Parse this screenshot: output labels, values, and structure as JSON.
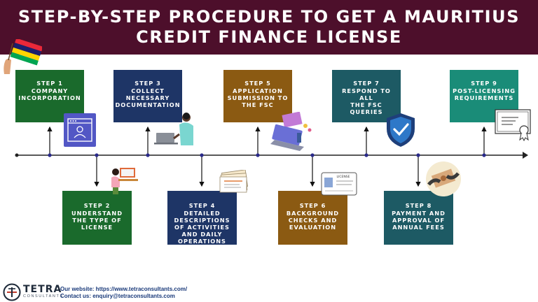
{
  "header": {
    "title_line1": "STEP-BY-STEP PROCEDURE TO GET A MAURITIUS",
    "title_line2": "CREDIT FINANCE LICENSE"
  },
  "colors": {
    "header_bg": "#4d0f2b",
    "green": "#1a6a2c",
    "navy": "#1e3566",
    "brown": "#8b5a12",
    "teal": "#1d5a64",
    "jade": "#1a8c78",
    "timeline": "#2a2a8a"
  },
  "steps": [
    {
      "num": "STEP 1",
      "lines": [
        "COMPANY",
        "INCORPORATION"
      ]
    },
    {
      "num": "STEP 2",
      "lines": [
        "UNDERSTAND",
        "THE TYPE OF",
        "LICENSE"
      ]
    },
    {
      "num": "STEP 3",
      "lines": [
        "COLLECT",
        "NECESSARY",
        "DOCUMENTATION"
      ]
    },
    {
      "num": "STEP 4",
      "lines": [
        "DETAILED",
        "DESCRIPTIONS",
        "OF ACTIVITIES",
        "AND DAILY",
        "OPERATIONS"
      ]
    },
    {
      "num": "STEP 5",
      "lines": [
        "APPLICATION",
        "SUBMISSION TO",
        "THE FSC"
      ]
    },
    {
      "num": "STEP 6",
      "lines": [
        "BACKGROUND",
        "CHECKS AND",
        "EVALUATION"
      ]
    },
    {
      "num": "STEP 7",
      "lines": [
        "RESPOND TO ALL",
        "THE FSC",
        "QUERIES"
      ]
    },
    {
      "num": "STEP 8",
      "lines": [
        "PAYMENT AND",
        "APPROVAL OF",
        "ANNUAL FEES"
      ]
    },
    {
      "num": "STEP 9",
      "lines": [
        "POST-LICENSING",
        "REQUIREMENTS"
      ]
    }
  ],
  "illustration_icons": [
    "flag-icon",
    "browser-profile-icon",
    "person-laptop-icon",
    "person-desk-icon",
    "documents-stack-icon",
    "laptop-submission-icon",
    "license-card-icon",
    "shield-check-icon",
    "money-exchange-icon",
    "certificate-icon"
  ],
  "footer": {
    "brand": "TETRA",
    "brand_sub": "CONSULTANTS",
    "website": "Our website: https://www.tetraconsultants.com/",
    "contact": "Contact us: enquiry@tetraconsultants.com"
  }
}
